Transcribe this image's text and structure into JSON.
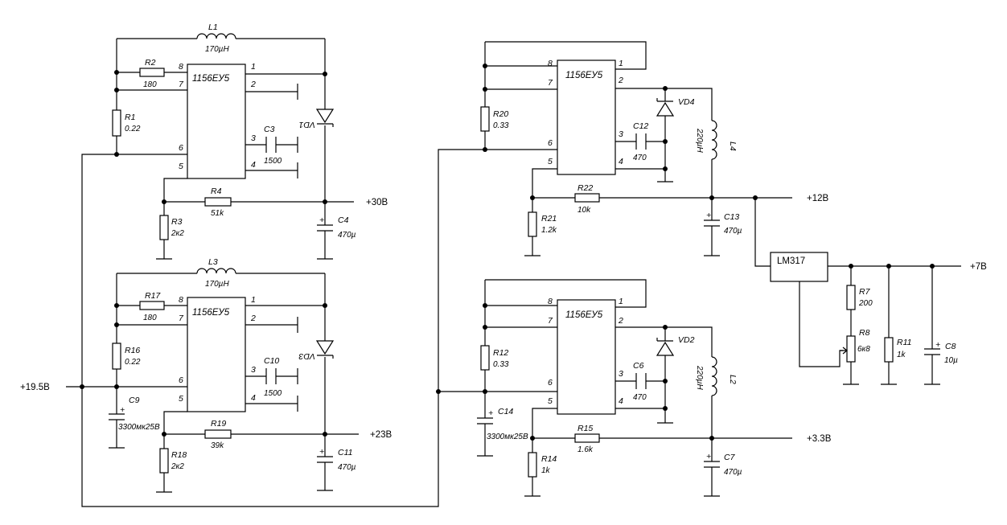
{
  "ics": {
    "u1": {
      "name": "1156ЕУ5"
    },
    "u2": {
      "name": "1156ЕУ5"
    },
    "u3": {
      "name": "1156ЕУ5"
    },
    "u4": {
      "name": "1156ЕУ5"
    },
    "lm317": {
      "name": "LM317"
    }
  },
  "pins": [
    "1",
    "2",
    "3",
    "4",
    "5",
    "6",
    "7",
    "8"
  ],
  "components": {
    "L1": {
      "ref": "L1",
      "value": "170µH"
    },
    "L3": {
      "ref": "L3",
      "value": "170µH"
    },
    "L4": {
      "ref": "L4",
      "value": "220µH"
    },
    "L2": {
      "ref": "L2",
      "value": "220µH"
    },
    "R1": {
      "ref": "R1",
      "value": "0.22"
    },
    "R2": {
      "ref": "R2",
      "value": "180"
    },
    "R3": {
      "ref": "R3",
      "value": "2к2"
    },
    "R4": {
      "ref": "R4",
      "value": "51k"
    },
    "R7": {
      "ref": "R7",
      "value": "200"
    },
    "R8": {
      "ref": "R8",
      "value": "6к8"
    },
    "R11": {
      "ref": "R11",
      "value": "1k"
    },
    "R12": {
      "ref": "R12",
      "value": "0.33"
    },
    "R14": {
      "ref": "R14",
      "value": "1k"
    },
    "R15": {
      "ref": "R15",
      "value": "1.6k"
    },
    "R16": {
      "ref": "R16",
      "value": "0.22"
    },
    "R17": {
      "ref": "R17",
      "value": "180"
    },
    "R18": {
      "ref": "R18",
      "value": "2к2"
    },
    "R19": {
      "ref": "R19",
      "value": "39k"
    },
    "R20": {
      "ref": "R20",
      "value": "0.33"
    },
    "R21": {
      "ref": "R21",
      "value": "1.2k"
    },
    "R22": {
      "ref": "R22",
      "value": "10k"
    },
    "C3": {
      "ref": "C3",
      "value": "1500"
    },
    "C4": {
      "ref": "C4",
      "value": "470µ"
    },
    "C6": {
      "ref": "C6",
      "value": "470"
    },
    "C7": {
      "ref": "C7",
      "value": "470µ"
    },
    "C8": {
      "ref": "C8",
      "value": "10µ"
    },
    "C9": {
      "ref": "C9",
      "value": "3300мк25В"
    },
    "C10": {
      "ref": "C10",
      "value": "1500"
    },
    "C11": {
      "ref": "C11",
      "value": "470µ"
    },
    "C12": {
      "ref": "C12",
      "value": "470"
    },
    "C13": {
      "ref": "C13",
      "value": "470µ"
    },
    "C14": {
      "ref": "C14",
      "value": "3300мк25В"
    },
    "VD1": {
      "ref": "VD1"
    },
    "VD2": {
      "ref": "VD2"
    },
    "VD3": {
      "ref": "VD3"
    },
    "VD4": {
      "ref": "VD4"
    }
  },
  "nets": {
    "input": "+19.5В",
    "out30": "+30В",
    "out23": "+23В",
    "out12": "+12В",
    "out33": "+3.3В",
    "out7": "+7В"
  },
  "plus_sign": "+"
}
